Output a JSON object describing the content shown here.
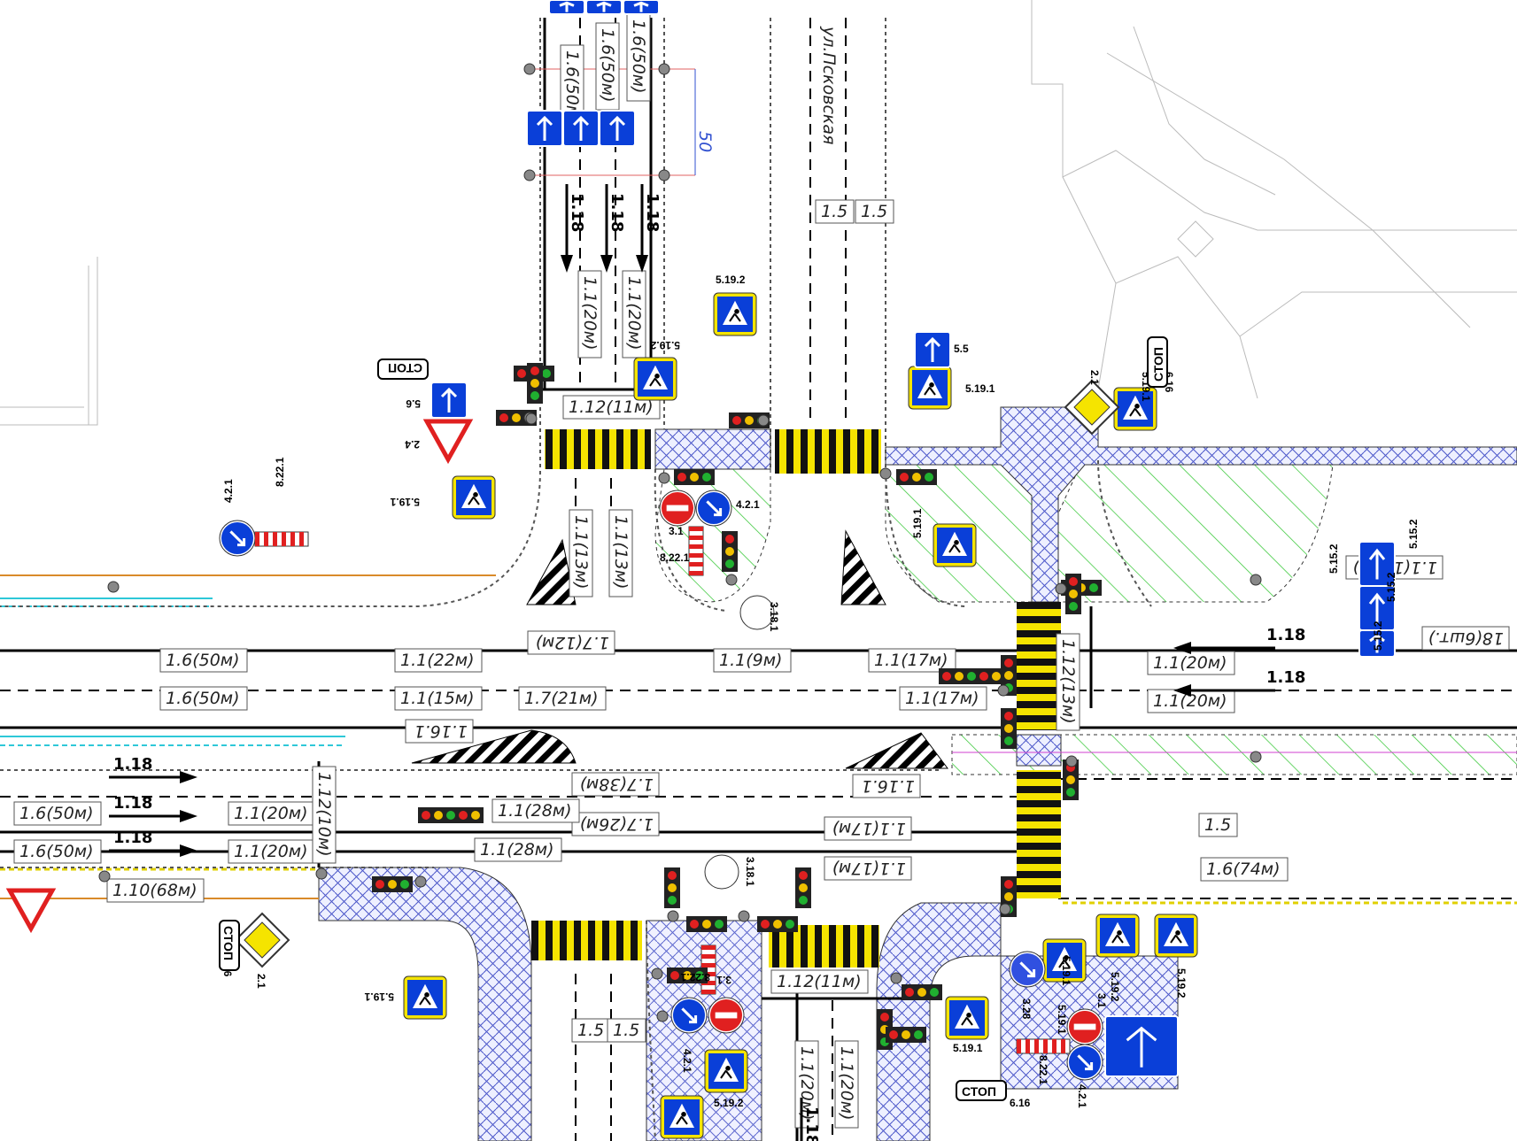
{
  "street_name": "ул.Псковская",
  "dimension_label": "50",
  "stop_text": "СТОП",
  "lane_labels": [
    "1.6(50м)",
    "1.6(50м)",
    "1.1(22м)",
    "1.1(15м)",
    "1.7(21м)",
    "1.1(9м)",
    "1.1(17м)",
    "1.1(17м)",
    "1.1(20м)",
    "1.1(20м)",
    "1.7(12м)",
    "1.7(38м)",
    "1.7(26м)",
    "1.1(17м)",
    "1.1(17м)",
    "1.1(28м)",
    "1.1(28м)",
    "1.1(20м)",
    "1.1(20м)",
    "1.10(68м)",
    "1.6(50м)",
    "1.6(50м)",
    "1.5",
    "1.6(74м)",
    "1.1(105м)",
    "1.12(11м)",
    "1.12(11м)",
    "1.12(10м)",
    "1.12(13м)",
    "1.1(20м)",
    "1.1(20м)",
    "1.1(13м)",
    "1.1(13м)",
    "1.5",
    "1.5",
    "1.5",
    "1.5",
    "1.1(20м)",
    "1.1(20м)",
    "1.6(50м)",
    "1.6(50м)",
    "1.6(50м)",
    "1.16.1",
    "1.16.1",
    "18(6шт.)"
  ],
  "arrow_marks": [
    "1.18",
    "1.18",
    "1.18",
    "1.18",
    "1.18",
    "1.18",
    "1.18",
    "1.18",
    "1.18"
  ],
  "sign_codes": [
    "5.19.2",
    "5.19.2",
    "5.5",
    "5.19.1",
    "2.1",
    "5.19.1",
    "6.16",
    "6.16",
    "5.6",
    "2.4",
    "5.19.1",
    "4.2.1",
    "8.22.1",
    "3.1",
    "4.2.1",
    "8.22.1",
    "3.18.1",
    "5.19.1",
    "5.15.2",
    "5.15.2",
    "5.15.2",
    "3.18.1",
    "8.22.1",
    "3.1",
    "4.2.1",
    "5.19.2",
    "2.1",
    "6.16",
    "5.19.1",
    "5.19.1",
    "5.19.1",
    "3.28",
    "5.19.1",
    "5.19.2",
    "5.19.2",
    "3.1",
    "8.22.1",
    "4.2.1",
    "6.16",
    "5.15.2"
  ],
  "colors": {
    "crosswalk_yellow": "#f5e400",
    "sign_blue": "#0a3fd8",
    "sign_red": "#e02020",
    "paving_blue": "#4a55c8",
    "green_hatch": "#38c838",
    "cyan_line": "#2ec8d8",
    "orange_line": "#d98a2a"
  },
  "icons": [
    "pedestrian-crossing-sign",
    "traffic-light",
    "no-entry-sign",
    "priority-road-sign",
    "give-way-sign",
    "stop-sign",
    "keep-right-sign",
    "lane-direction-sign"
  ]
}
